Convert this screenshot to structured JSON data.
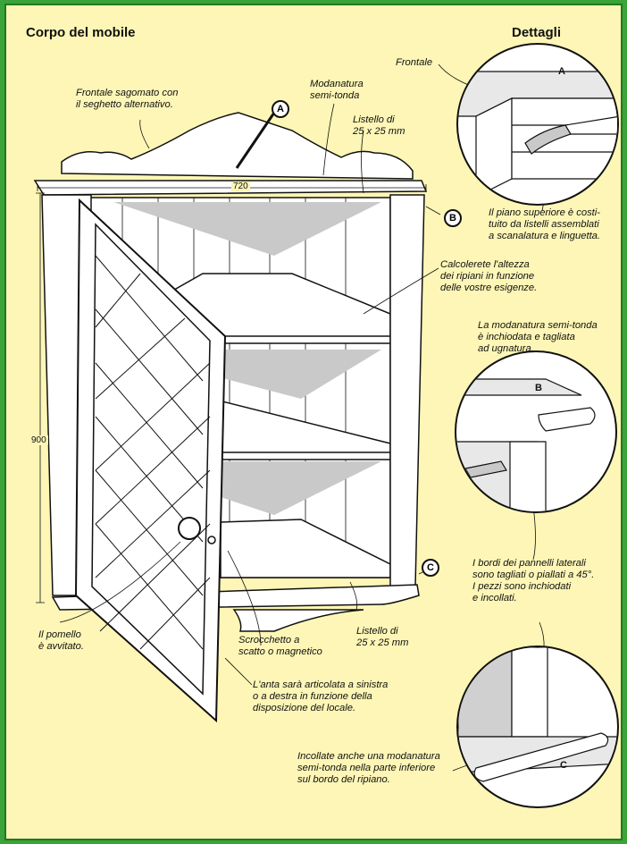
{
  "titles": {
    "left": "Corpo del mobile",
    "right": "Dettagli"
  },
  "dimensions": {
    "width": "720",
    "height": "900"
  },
  "markers": {
    "a": "A",
    "b": "B",
    "c": "C"
  },
  "notes": {
    "frontale_sagomato": "Frontale sagomato con\nil seghetto alternativo.",
    "modanatura": "Modanatura\nsemi-tonda",
    "listello_top": "Listello di\n25 x 25 mm",
    "calcolerete": "Calcolerete l'altezza\ndei ripiani in funzione\ndelle vostre esigenze.",
    "pomello": "Il pomello\nè avvitato.",
    "scrocchetto": "Scrocchetto a\nscatto o magnetico",
    "listello_bottom": "Listello di\n25 x 25 mm",
    "anta": "L'anta sarà articolata a sinistra\no a destra in funzione della\ndisposizione del locale.",
    "frontale_detail": "Frontale",
    "piano_superiore": "Il piano superiore è costi-\ntuito da listelli assemblati\na scanalatura e linguetta.",
    "modanatura_detail": "La modanatura semi-tonda\nè inchiodata e tagliata\nad ugnatura.",
    "bordi_pannelli": "I bordi dei pannelli laterali\nsono tagliati o piallati a 45°.\nI pezzi sono inchiodati\ne incollati.",
    "incollate": "Incollate anche una modanatura\nsemi-tonda nella parte inferiore\nsul bordo del ripiano."
  },
  "colors": {
    "background": "#fdf6b6",
    "frame": "#3aa33a",
    "wood": "#ffffff",
    "shade": "#c9c9c9",
    "ink": "#111111"
  }
}
